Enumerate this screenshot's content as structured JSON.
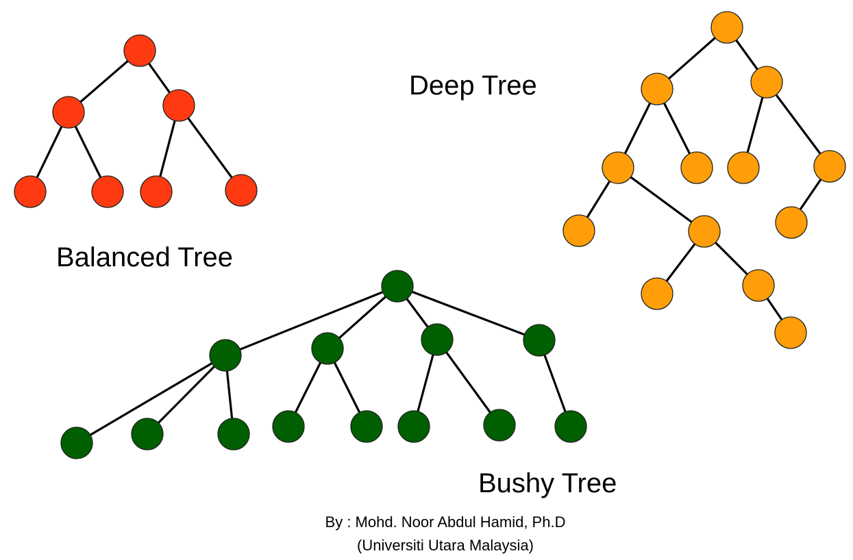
{
  "labels": {
    "balanced": "Balanced Tree",
    "deep": "Deep Tree",
    "bushy": "Bushy Tree"
  },
  "credit": {
    "author": "By : Mohd. Noor Abdul Hamid, Ph.D",
    "affiliation": "(Universiti Utara Malaysia)"
  },
  "colors": {
    "balanced": "#ff3a10",
    "deep": "#ff9e08",
    "bushy": "#005f00",
    "edge": "#000000"
  },
  "trees": {
    "balanced": {
      "nodes": [
        "n0",
        "n1",
        "n2",
        "n3",
        "n4",
        "n5",
        "n6"
      ],
      "edges": [
        [
          "n0",
          "n1"
        ],
        [
          "n0",
          "n2"
        ],
        [
          "n1",
          "n3"
        ],
        [
          "n1",
          "n4"
        ],
        [
          "n2",
          "n5"
        ],
        [
          "n2",
          "n6"
        ]
      ]
    },
    "deep": {
      "nodes": [
        "n0",
        "n1",
        "n2",
        "n3",
        "n4",
        "n5",
        "n6",
        "n7",
        "n8",
        "n9",
        "n10",
        "n11",
        "n12"
      ],
      "edges": [
        [
          "n0",
          "n1"
        ],
        [
          "n0",
          "n2"
        ],
        [
          "n1",
          "n3"
        ],
        [
          "n1",
          "n4"
        ],
        [
          "n2",
          "n5"
        ],
        [
          "n2",
          "n6"
        ],
        [
          "n3",
          "n7"
        ],
        [
          "n3",
          "n8"
        ],
        [
          "n6",
          "n9"
        ],
        [
          "n8",
          "n10"
        ],
        [
          "n8",
          "n11"
        ],
        [
          "n11",
          "n12"
        ]
      ]
    },
    "bushy": {
      "nodes": [
        "n0",
        "n1",
        "n2",
        "n3",
        "n4",
        "n5",
        "n6",
        "n7",
        "n8",
        "n9",
        "n10",
        "n11",
        "n12"
      ],
      "edges": [
        [
          "n0",
          "n1"
        ],
        [
          "n0",
          "n2"
        ],
        [
          "n0",
          "n3"
        ],
        [
          "n0",
          "n4"
        ],
        [
          "n1",
          "n5"
        ],
        [
          "n1",
          "n6"
        ],
        [
          "n1",
          "n7"
        ],
        [
          "n2",
          "n8"
        ],
        [
          "n2",
          "n9"
        ],
        [
          "n3",
          "n10"
        ],
        [
          "n3",
          "n11"
        ],
        [
          "n4",
          "n12"
        ]
      ]
    }
  }
}
